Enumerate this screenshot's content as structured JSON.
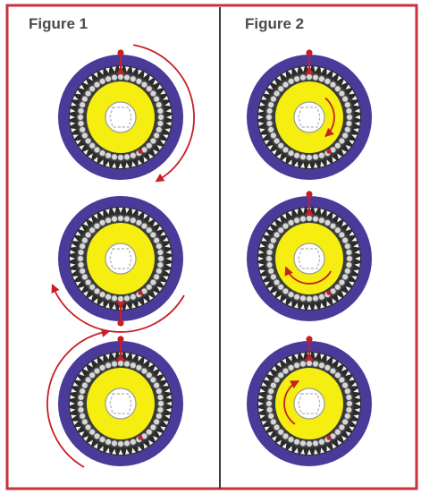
{
  "figures": [
    {
      "title": "Figure 1",
      "panels": [
        {
          "outer_arrow": "clockwise-right",
          "inner_arrow": "none",
          "marker": "top"
        },
        {
          "outer_arrow": "counterclockwise-bottom",
          "inner_arrow": "none",
          "marker": "bottom"
        },
        {
          "outer_arrow": "clockwise-left",
          "inner_arrow": "none",
          "marker": "top"
        }
      ]
    },
    {
      "title": "Figure 2",
      "panels": [
        {
          "outer_arrow": "none",
          "inner_arrow": "clockwise-right",
          "marker": "top"
        },
        {
          "outer_arrow": "none",
          "inner_arrow": "clockwise-lower-left",
          "marker": "top"
        },
        {
          "outer_arrow": "none",
          "inner_arrow": "clockwise-left",
          "marker": "top"
        }
      ]
    }
  ],
  "colors": {
    "frame": "#c8323c",
    "divider": "#3a3a3a",
    "outer_ring": "#4b3a9a",
    "teeth_dark": "#2a2a2a",
    "rollers": "#d8d8d8",
    "roller_edge": "#666666",
    "lobe": "#f5ee10",
    "hub": "#ffffff",
    "arrow": "#c81e28"
  }
}
